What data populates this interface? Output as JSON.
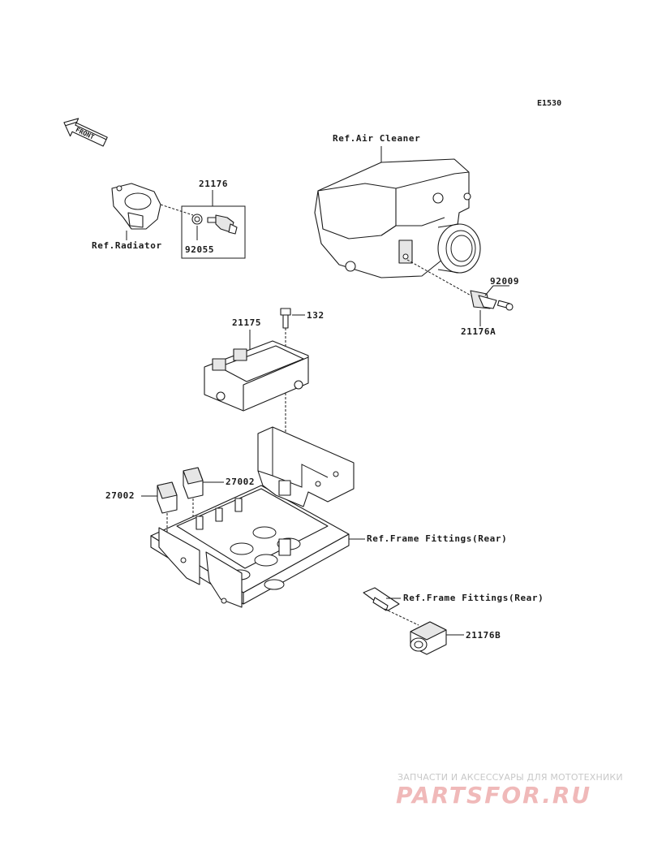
{
  "diagram_code": "E1530",
  "front_arrow_text": "FRONT",
  "labels": {
    "air_cleaner": "Ref.Air Cleaner",
    "radiator": "Ref.Radiator",
    "frame_fittings_1": "Ref.Frame Fittings(Rear)",
    "frame_fittings_2": "Ref.Frame Fittings(Rear)"
  },
  "parts": {
    "p21176": "21176",
    "p92055": "92055",
    "p92009": "92009",
    "p21176A": "21176A",
    "p132": "132",
    "p21175": "21175",
    "p27002_right": "27002",
    "p27002_left": "27002",
    "p21176B": "21176B"
  },
  "watermark": {
    "tagline": "ЗАПЧАСТИ И АКСЕССУАРЫ ДЛЯ МОТОТЕХНИКИ",
    "logo": "PARTSFOR.RU"
  }
}
